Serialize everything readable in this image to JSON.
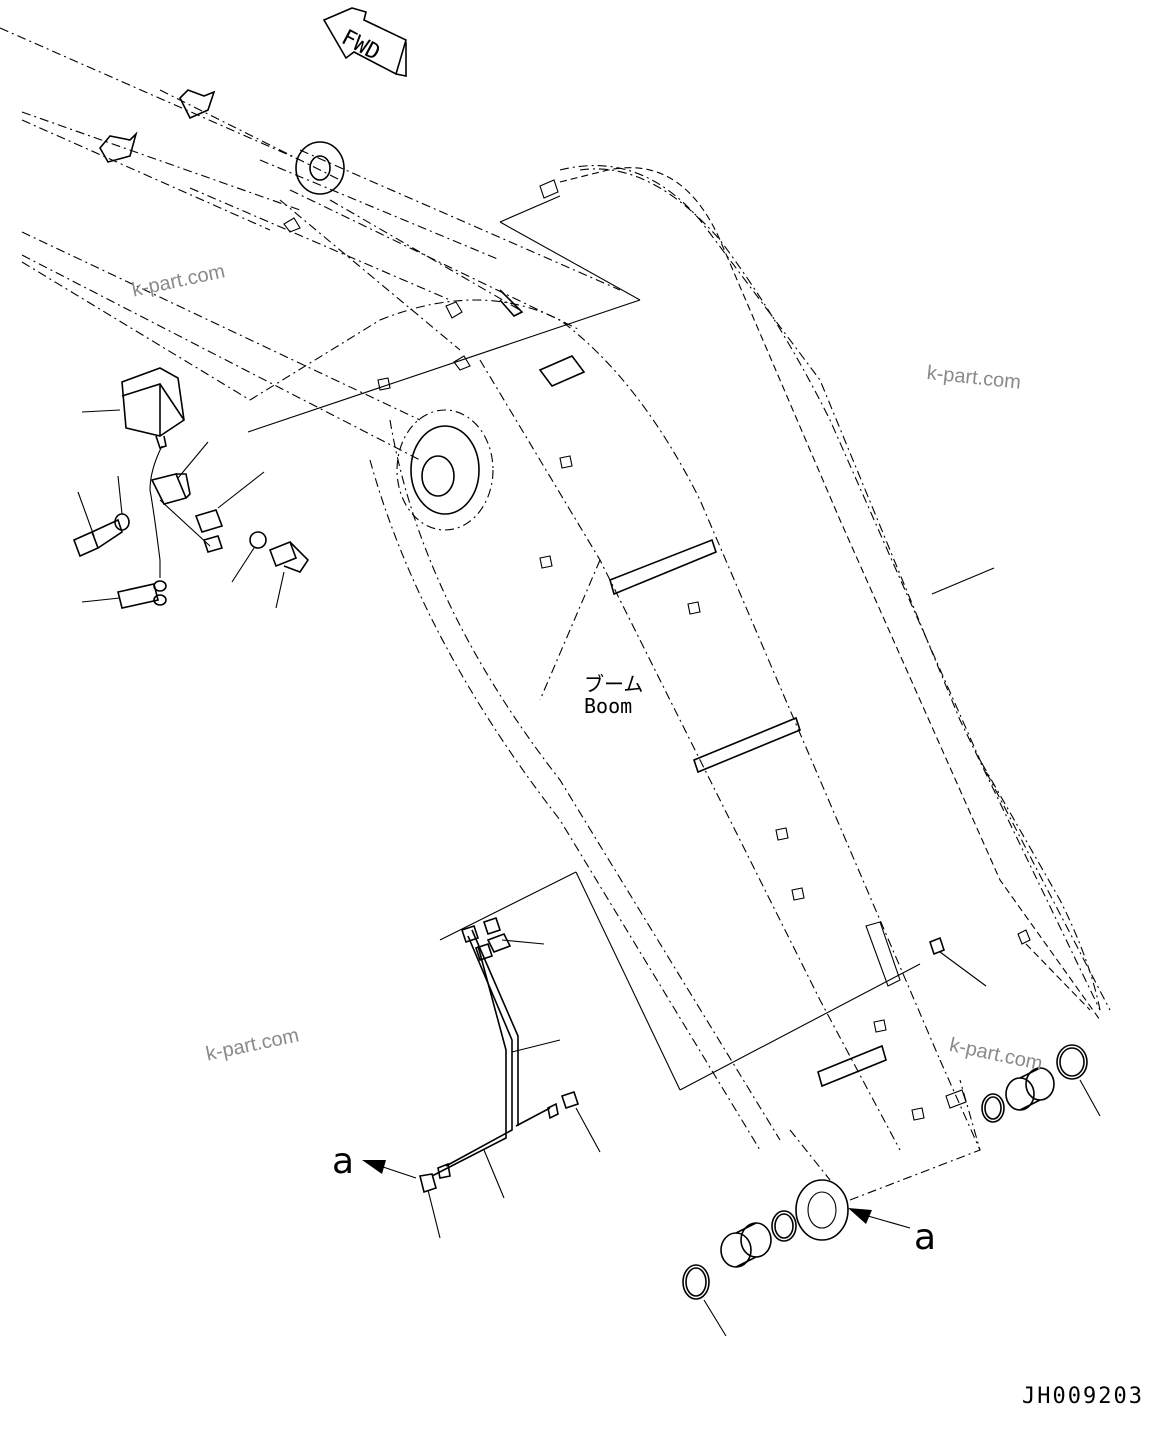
{
  "diagram": {
    "fwd_label": "FWD",
    "boom_label_jp": "ブーム",
    "boom_label_en": "Boom",
    "drawing_code": "JH009203",
    "callout_letter_left": "a",
    "callout_letter_right": "a",
    "watermarks": [
      "k-part.com",
      "k-part.com",
      "k-part.com",
      "k-part.com"
    ]
  }
}
